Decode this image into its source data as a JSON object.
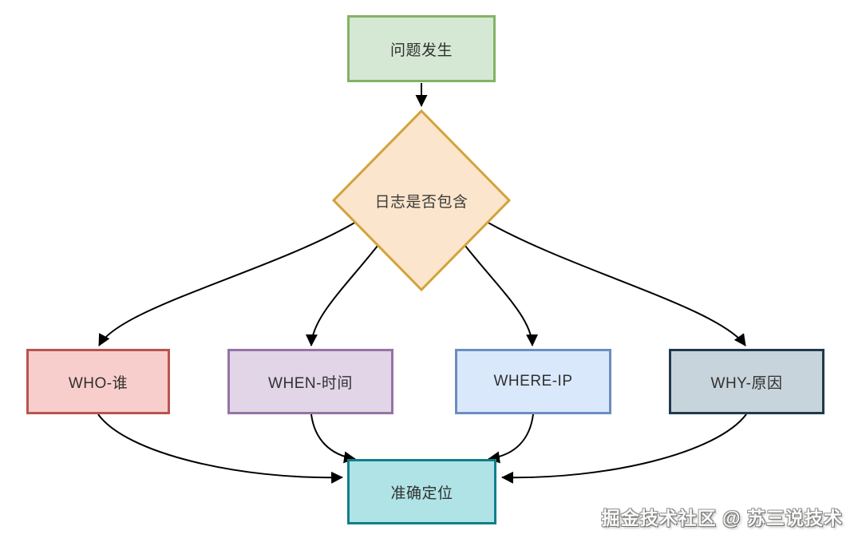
{
  "diagram": {
    "title": "log-troubleshooting-flowchart",
    "nodes": {
      "start": {
        "label": "问题发生",
        "shape": "rect",
        "fill": "#d5e8d4",
        "stroke": "#82b366"
      },
      "decision": {
        "label": "日志是否包含",
        "shape": "diamond",
        "fill": "#fbe5cc",
        "stroke": "#d3a23a"
      },
      "who": {
        "label": "WHO-谁",
        "shape": "rect",
        "fill": "#f8cecc",
        "stroke": "#b85450"
      },
      "when": {
        "label": "WHEN-时间",
        "shape": "rect",
        "fill": "#e1d5e7",
        "stroke": "#9673a6"
      },
      "where": {
        "label": "WHERE-IP",
        "shape": "rect",
        "fill": "#dae8fc",
        "stroke": "#6c8ebf"
      },
      "why": {
        "label": "WHY-原因",
        "shape": "rect",
        "fill": "#c8d4db",
        "stroke": "#1f3a4d"
      },
      "locate": {
        "label": "准确定位",
        "shape": "rect",
        "fill": "#b0e3e6",
        "stroke": "#0f7f8a"
      }
    },
    "edges": [
      {
        "from": "start",
        "to": "decision"
      },
      {
        "from": "decision",
        "to": "who"
      },
      {
        "from": "decision",
        "to": "when"
      },
      {
        "from": "decision",
        "to": "where"
      },
      {
        "from": "decision",
        "to": "why"
      },
      {
        "from": "who",
        "to": "locate"
      },
      {
        "from": "when",
        "to": "locate"
      },
      {
        "from": "where",
        "to": "locate"
      },
      {
        "from": "why",
        "to": "locate"
      }
    ],
    "arrow_color": "#000000",
    "background_color": "#ffffff",
    "text_color": "#303030"
  },
  "watermark": {
    "text": "掘金技术社区 @ 苏三说技术"
  }
}
